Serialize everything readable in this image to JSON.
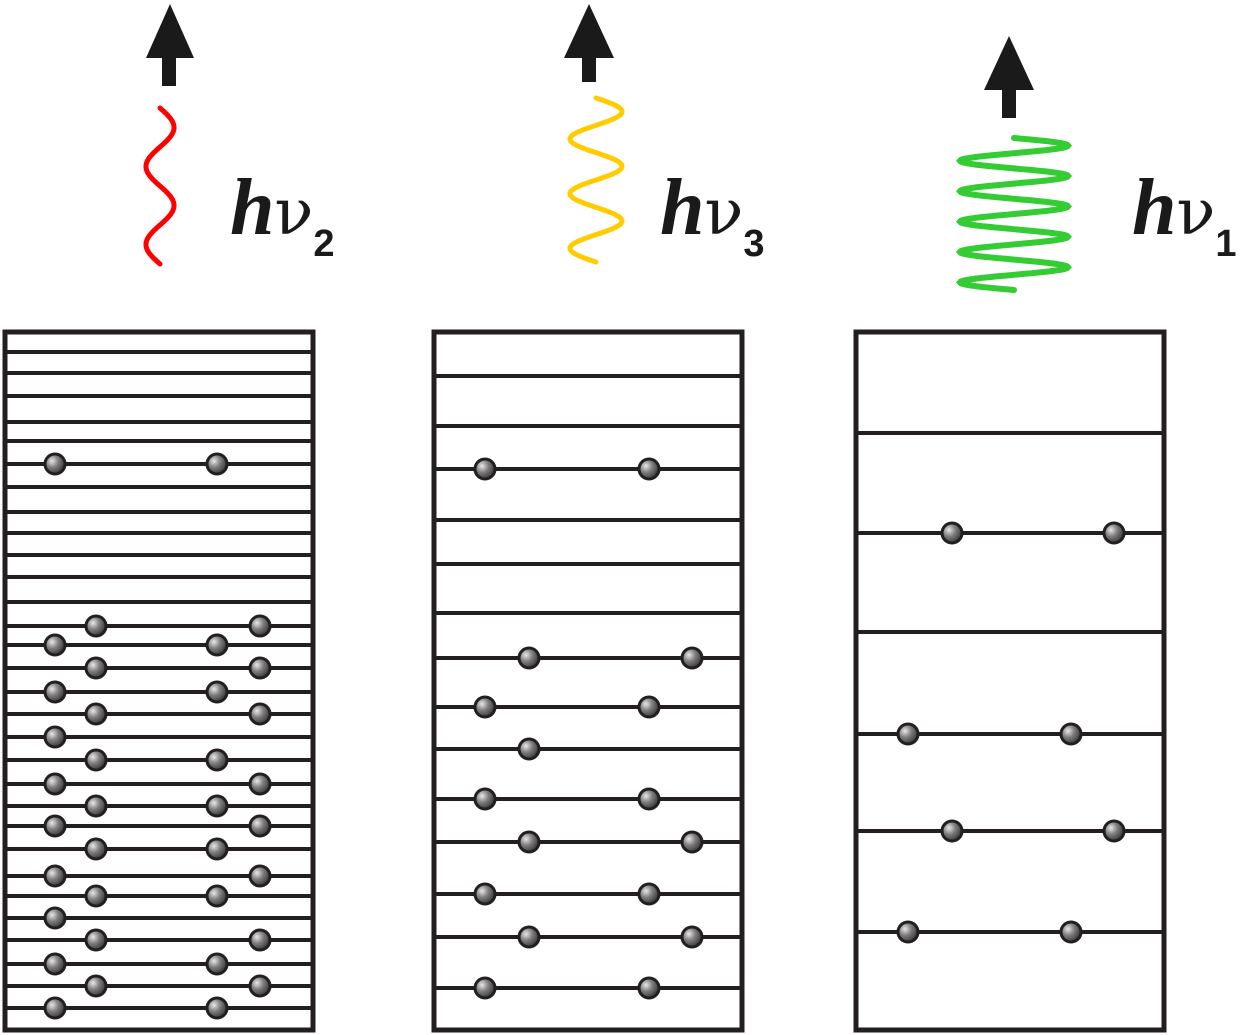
{
  "photons": [
    {
      "h": "h",
      "nu": "ν",
      "subscript": "2",
      "color": "#ff0000",
      "turns": 2,
      "amplitude": "small"
    },
    {
      "h": "h",
      "nu": "ν",
      "subscript": "3",
      "color": "#ffcc00",
      "turns": 3,
      "amplitude": "medium"
    },
    {
      "h": "h",
      "nu": "ν",
      "subscript": "1",
      "color": "#33cc33",
      "turns": 5,
      "amplitude": "large"
    }
  ],
  "colors": {
    "line": "#231f20",
    "particle_fill": "#808080",
    "particle_stroke": "#231f20"
  },
  "icons": [
    "arrow-up-icon",
    "wave-icon",
    "particle-icon"
  ]
}
